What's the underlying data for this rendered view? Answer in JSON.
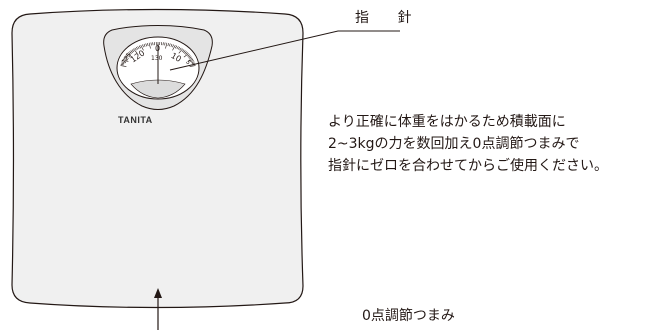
{
  "labels": {
    "needle": "指 針",
    "zero_knob": "0点調節つまみ",
    "brand": "TANITA"
  },
  "instructions": [
    "より正確に体重をはかるため積載面に",
    "2~3kgの力を数回加え0点調節つまみで",
    "指針にゼロを合わせてからご使用ください。"
  ],
  "dial": {
    "ticks": [
      "125",
      "120",
      "130",
      "0",
      "10",
      "5"
    ]
  },
  "colors": {
    "scale_body": "#f0f0f0",
    "outline": "#231815",
    "dial_housing": "#e6e6e6"
  }
}
